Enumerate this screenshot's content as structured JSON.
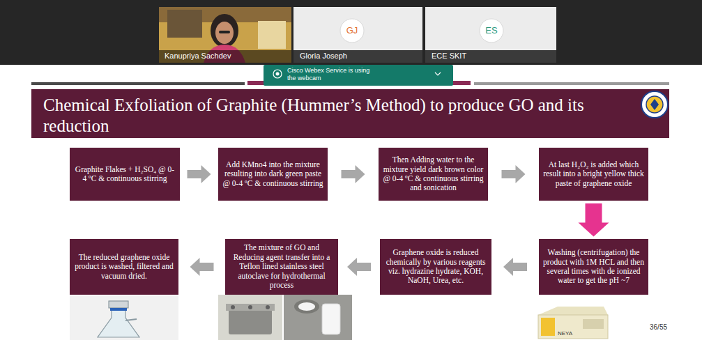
{
  "diagram": {
    "title": "Chemical Exfoliation of Graphite (Hummer’s Method) to produce GO and its reduction",
    "nodes": [
      {
        "text": [
          "Graphite Flakes + H₂SO₄ @ 0-4 ºC & continuous stirring"
        ]
      },
      {
        "text": [
          "Add KMno4 into the mixture resulting into dark green paste @ 0-4 ºC & continuous stirring"
        ]
      },
      {
        "text": [
          "Then Adding water to the mixture yield dark brown color @ 0-4 ºC & continuous stirring and sonication"
        ]
      },
      {
        "text": [
          "At last H₂O₂ is added which result into a bright yellow thick paste of graphene oxide"
        ]
      },
      {
        "text": [
          "Washing (centrifugation) the product with 1M HCL and then several times with de ionized water to get the pH ~7"
        ]
      },
      {
        "text": [
          "Graphene oxide is reduced chemically by various reagents viz. hydrazine hydrate, KOH, NaOH, Urea, etc."
        ]
      },
      {
        "text": [
          "The mixture of GO and Reducing agent transfer into a Teflon lined stainless steel autoclave for hydrothermal process"
        ]
      },
      {
        "text": [
          "The reduced graphene oxide product is washed, filtered and vacuum dried."
        ]
      }
    ],
    "edges": [
      {
        "from": 0,
        "to": 1,
        "arrow": "to"
      },
      {
        "from": 1,
        "to": 2,
        "arrow": "to"
      },
      {
        "from": 2,
        "to": 3,
        "arrow": "to"
      },
      {
        "from": 3,
        "to": 4,
        "arrow": "to"
      },
      {
        "from": 4,
        "to": 5,
        "arrow": "to"
      },
      {
        "from": 5,
        "to": 6,
        "arrow": "to"
      },
      {
        "from": 6,
        "to": 7,
        "arrow": "to"
      }
    ],
    "labels": [
      "Kanupriya Sachdev",
      "GJ",
      "Gloria Joseph",
      "ES",
      "ECE SKIT",
      "Cisco Webex Service is using the webcam",
      "NEYA",
      "36/55"
    ]
  }
}
